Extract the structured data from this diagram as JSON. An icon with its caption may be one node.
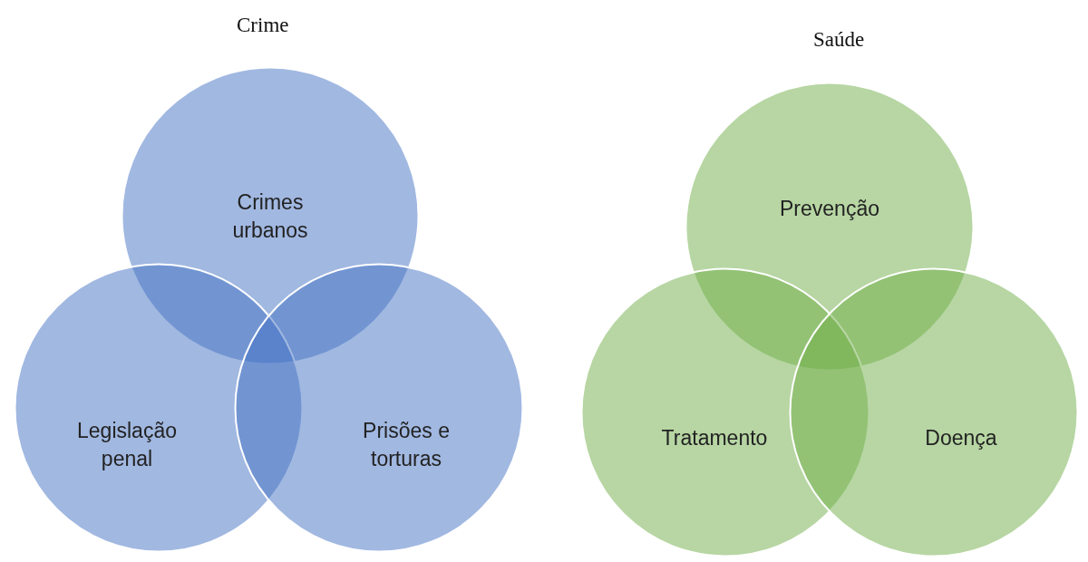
{
  "diagram": {
    "nodes": [
      {
        "text": [
          "Crimes urbanos"
        ]
      },
      {
        "text": [
          "Legislação penal"
        ]
      },
      {
        "text": [
          "Prisões e torturas"
        ]
      },
      {
        "text": [
          "Prevenção"
        ]
      },
      {
        "text": [
          "Tratamento"
        ]
      },
      {
        "text": [
          "Doença"
        ]
      }
    ],
    "labels": [
      "Crime",
      "Saúde"
    ]
  }
}
